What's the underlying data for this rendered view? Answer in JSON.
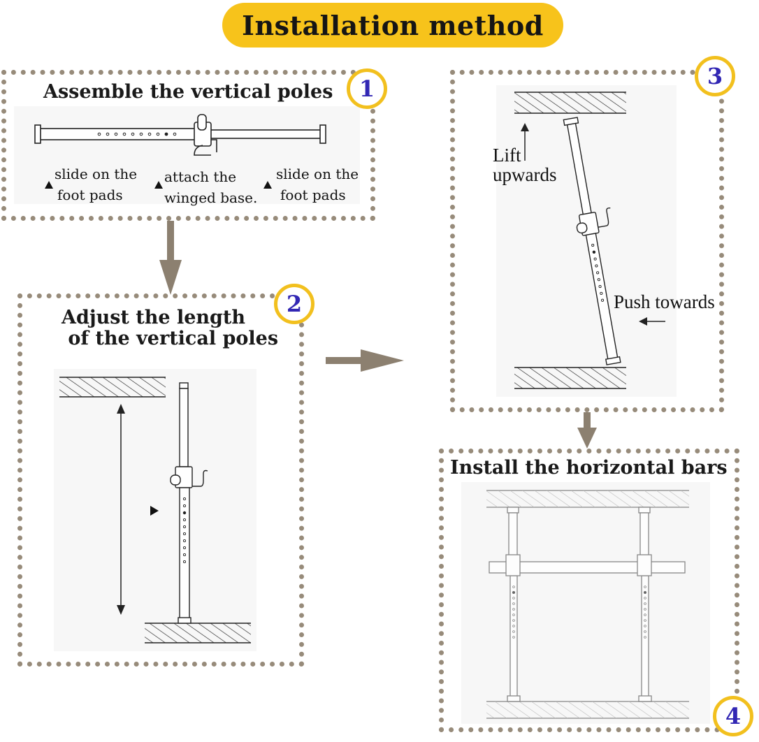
{
  "title": "Installation method",
  "steps": [
    {
      "number": "1",
      "title": "Assemble the vertical poles",
      "captions": [
        {
          "line1": "slide on the",
          "line2": "foot pads"
        },
        {
          "line1": "attach the",
          "line2": "winged base."
        },
        {
          "line1": "slide on the",
          "line2": "foot pads"
        }
      ]
    },
    {
      "number": "2",
      "title_line1": "Adjust the length",
      "title_line2": " of the vertical poles"
    },
    {
      "number": "3",
      "note_lift_line1": "Lift",
      "note_lift_line2": "upwards",
      "note_push": "Push towards"
    },
    {
      "number": "4",
      "title": "Install the horizontal bars"
    }
  ],
  "colors": {
    "pill": "#f7c31b",
    "badge_ring": "#f2c01e",
    "badge_text": "#3227b4",
    "dotted_border": "#978b7a",
    "flow_arrow": "#8c8070",
    "panel_bg": "#f7f7f7"
  },
  "icons": [
    "triangle-marker-icon",
    "flow-arrow-icon"
  ]
}
